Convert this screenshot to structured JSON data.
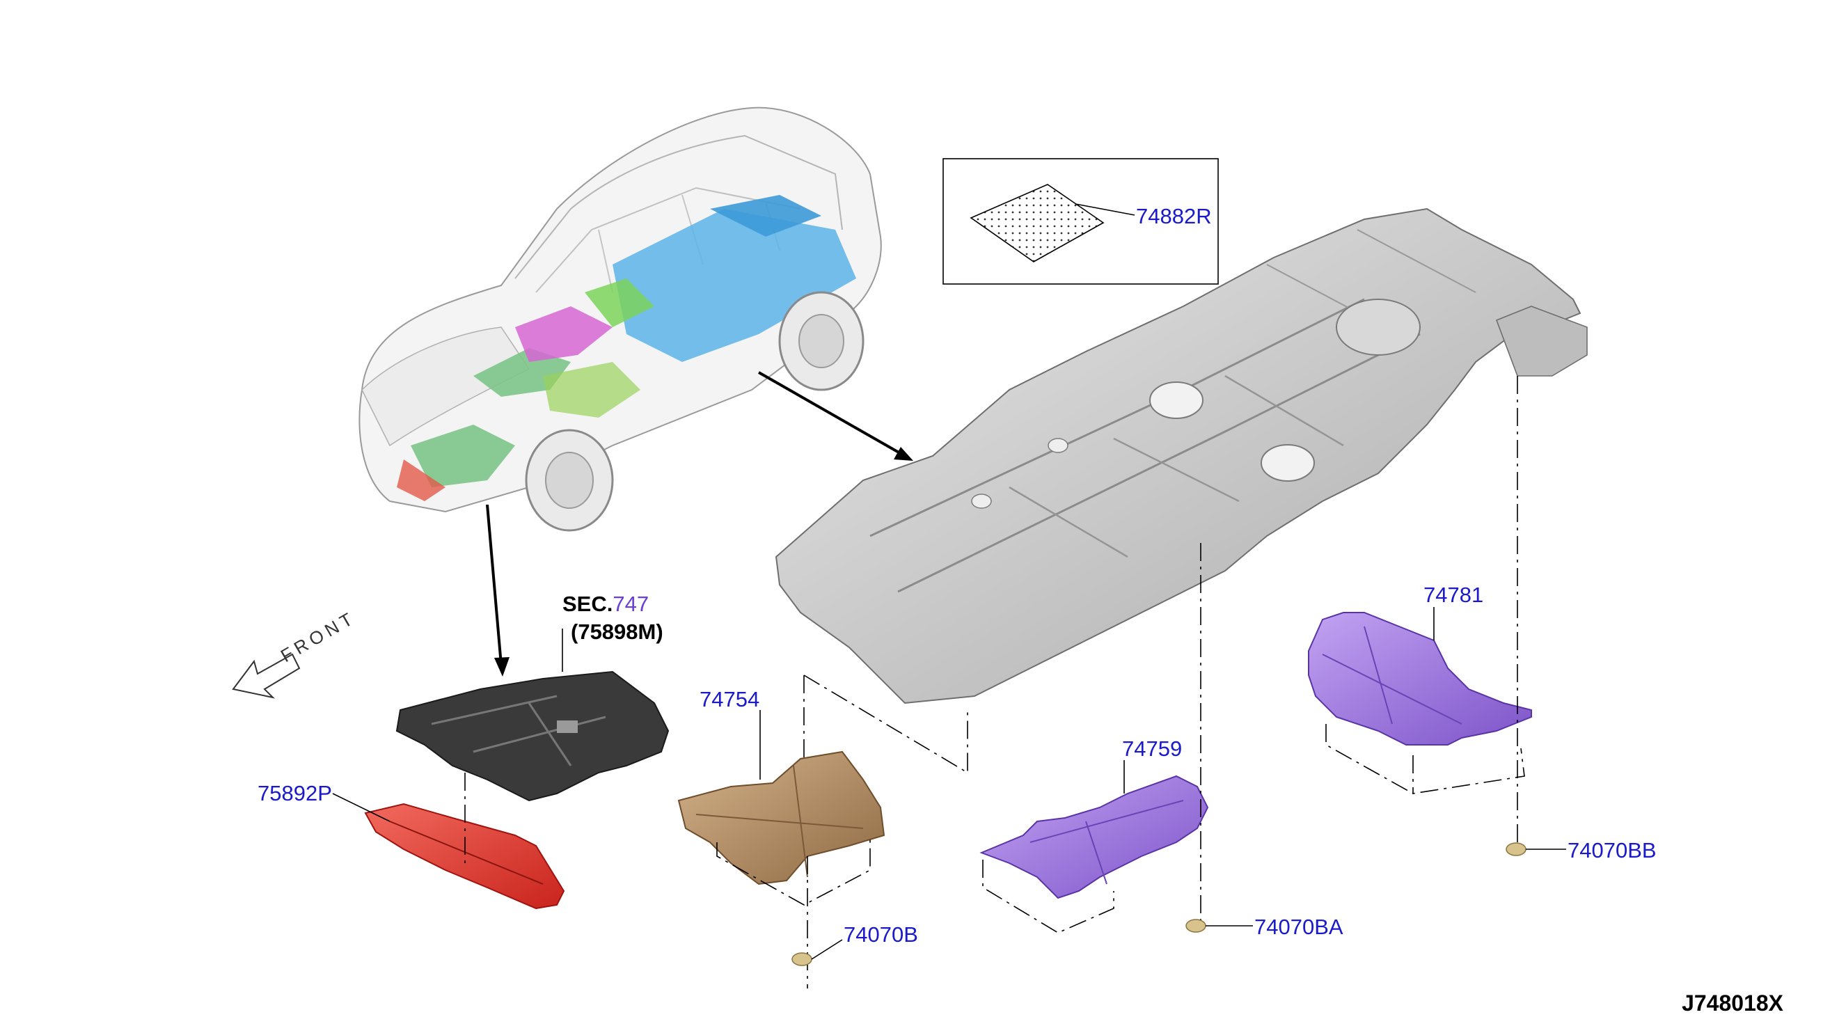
{
  "diagram": {
    "drawing_code": "J748018X",
    "front_label": "FRONT",
    "section_ref": {
      "prefix": "SEC.",
      "number": "747",
      "part": "(75898M)"
    },
    "parts": [
      {
        "id": "p74882R",
        "label": "74882R",
        "color": "#888888",
        "icon": "sound-insulator-pad-icon"
      },
      {
        "id": "p75892P",
        "label": "75892P",
        "color": "#e8403a",
        "icon": "front-under-cover-icon"
      },
      {
        "id": "p74754",
        "label": "74754",
        "color": "#b08a5e",
        "icon": "front-floor-heat-insulator-icon"
      },
      {
        "id": "p74759",
        "label": "74759",
        "color": "#9b72e0",
        "icon": "center-floor-heat-insulator-icon"
      },
      {
        "id": "p74781",
        "label": "74781",
        "color": "#9b72e0",
        "icon": "rear-floor-heat-insulator-icon"
      },
      {
        "id": "p74070B",
        "label": "74070B",
        "color": "#d9c38c",
        "icon": "clip-icon"
      },
      {
        "id": "p74070BA",
        "label": "74070BA",
        "color": "#d9c38c",
        "icon": "clip-icon"
      },
      {
        "id": "p74070BB",
        "label": "74070BB",
        "color": "#d9c38c",
        "icon": "clip-icon"
      }
    ],
    "colors": {
      "label": "#1a1acc",
      "section_number": "#6a3fd8",
      "floor_panel": "#cfcfcf",
      "engine_cover": "#3a3a3a"
    }
  }
}
